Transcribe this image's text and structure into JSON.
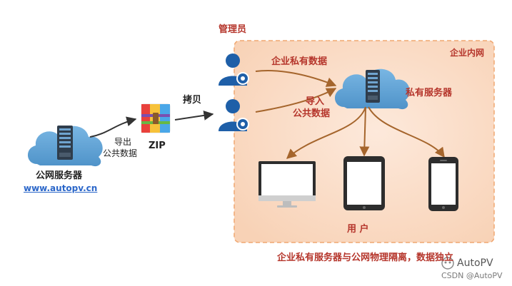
{
  "colors": {
    "zone_fill": "#fbe3d2",
    "zone_border": "#f0a770",
    "arrow_brown": "#a5652c",
    "arrow_dark": "#333333",
    "cloud_blue": "#64a8da",
    "user_blue": "#1e5fa8",
    "label_red": "#b5352b",
    "link_blue": "#2a66c9"
  },
  "public_server": {
    "title": "公网服务器",
    "url": "www.autopv.cn",
    "icon": "cloud-server-icon"
  },
  "export_step": {
    "line1": "导出",
    "line2": "公共数据"
  },
  "zip": {
    "label": "ZIP",
    "icon": "winrar-archive-icon"
  },
  "copy_step": {
    "label": "拷贝"
  },
  "admin": {
    "label": "管理员",
    "icon": "user-gear-icon"
  },
  "enterprise_zone": {
    "title": "企业内网",
    "flow_private_data": "企业私有数据",
    "flow_import": {
      "line1": "导入",
      "line2": "公共数据"
    },
    "private_server": {
      "label": "私有服务器",
      "icon": "cloud-server-icon"
    },
    "users_label": "用 户",
    "devices": [
      "monitor-icon",
      "tablet-icon",
      "phone-icon"
    ]
  },
  "caption": "企业私有服务器与公网物理隔离，数据独立",
  "watermark": {
    "brand": "AutoPV",
    "csdn": "CSDN @AutoPV"
  }
}
